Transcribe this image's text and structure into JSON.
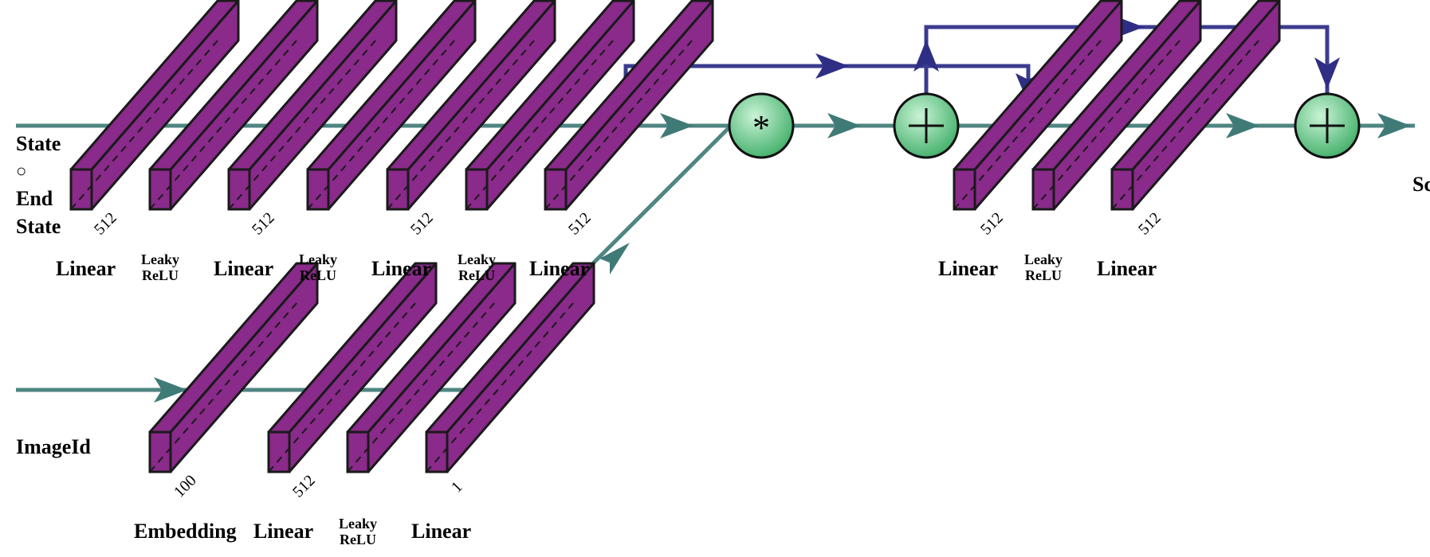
{
  "input_labels": {
    "state_line1": "State",
    "state_op": "○",
    "state_line2": "End",
    "state_line3": "State",
    "image_id": "ImageId",
    "output_partial": "Sc"
  },
  "top_branch": {
    "dims": [
      "512",
      "512",
      "512",
      "512"
    ],
    "layer_labels": [
      "Linear",
      "Linear",
      "Linear",
      "Linear"
    ],
    "activation_labels": [
      {
        "line1": "Leaky",
        "line2": "ReLU"
      },
      {
        "line1": "Leaky",
        "line2": "ReLU"
      },
      {
        "line1": "Leaky",
        "line2": "ReLU"
      }
    ]
  },
  "bottom_branch": {
    "dims": [
      "100",
      "512",
      "1"
    ],
    "layer_labels": [
      "Embedding",
      "Linear",
      "Linear"
    ],
    "activation_label": {
      "line1": "Leaky",
      "line2": "ReLU"
    }
  },
  "right_branch": {
    "dims": [
      "512",
      "512"
    ],
    "layer_labels": [
      "Linear",
      "Linear"
    ],
    "activation_label": {
      "line1": "Leaky",
      "line2": "ReLU"
    }
  },
  "operators": {
    "multiply": "*",
    "add": "+"
  },
  "colors": {
    "layer_fill": "#8a2a8a",
    "layer_stroke": "#1a1a1a",
    "main_flow": "#4f8582",
    "skip_connection": "#3b3b8f",
    "operator_fill": "#6fd08f"
  }
}
